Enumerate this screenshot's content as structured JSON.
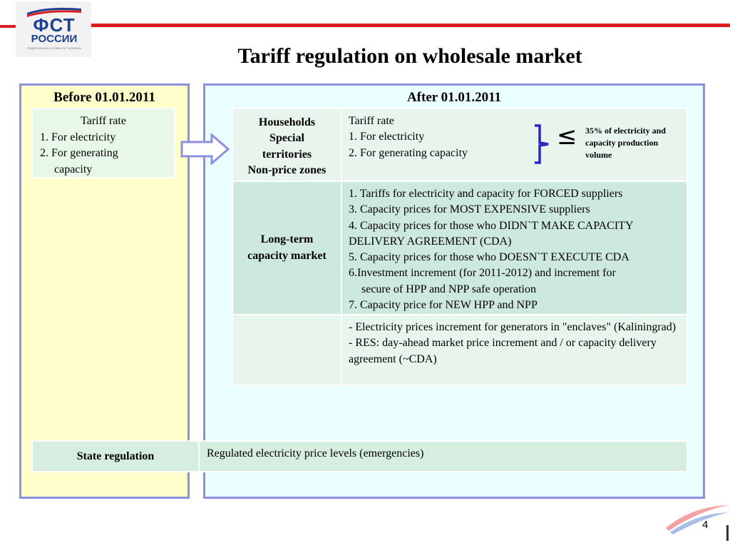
{
  "logo": {
    "abbr": "ФСТ",
    "country": "РОССИИ",
    "tagline": "ФЕДЕРАЛЬНАЯ СЛУЖБА ПО ТАРИФАМ"
  },
  "title": "Tariff regulation on wholesale market",
  "before": {
    "heading": "Before 01.01.2011",
    "box_title": "Tariff rate",
    "box_line1": "1. For electricity",
    "box_line2": "2.  For generating",
    "box_line3": "capacity"
  },
  "after": {
    "heading": "After 01.01.2011",
    "row1": {
      "label_l1": "Households",
      "label_l2": "Special",
      "label_l3": "territories",
      "label_l4": "Non-price zones",
      "line1": "Tariff rate",
      "line2": "1. For electricity",
      "line3": "2.  For generating capacity",
      "symbol": "≤",
      "note": "35%  of electricity and capacity production volume"
    },
    "row2": {
      "label_l1": "Long-term",
      "label_l2": "capacity market",
      "item1": "1. Tariffs for electricity and capacity for FORCED suppliers",
      "item2": "3. Capacity prices for MOST EXPENSIVE suppliers",
      "item3": "4. Capacity prices for those who DIDN`T  MAKE CAPACITY DELIVERY AGREEMENT (CDA)",
      "item4": "5. Capacity prices for those who DOESN`T EXECUTE CDA",
      "item5a": "6.Investment increment (for 2011-2012) and increment for",
      "item5b": "secure of HPP and NPP  safe operation",
      "item6": "7. Capacity price for NEW HPP and NPP"
    },
    "row3": {
      "label": "",
      "line1": "- Electricity prices increment for generators in \"enclaves\" (Kaliningrad)",
      "line2": "- RES: day-ahead market price increment and / or capacity delivery agreement (~CDA)"
    }
  },
  "state": {
    "label": "State regulation",
    "value": "Regulated electricity price levels (emergencies)"
  },
  "page_number": "4",
  "colors": {
    "accent_red": "#d81e1e",
    "panel_border": "#8f8fe0",
    "before_bg": "#ffffcc",
    "after_bg": "#eaffff",
    "logo_blue": "#1f3f8f"
  }
}
